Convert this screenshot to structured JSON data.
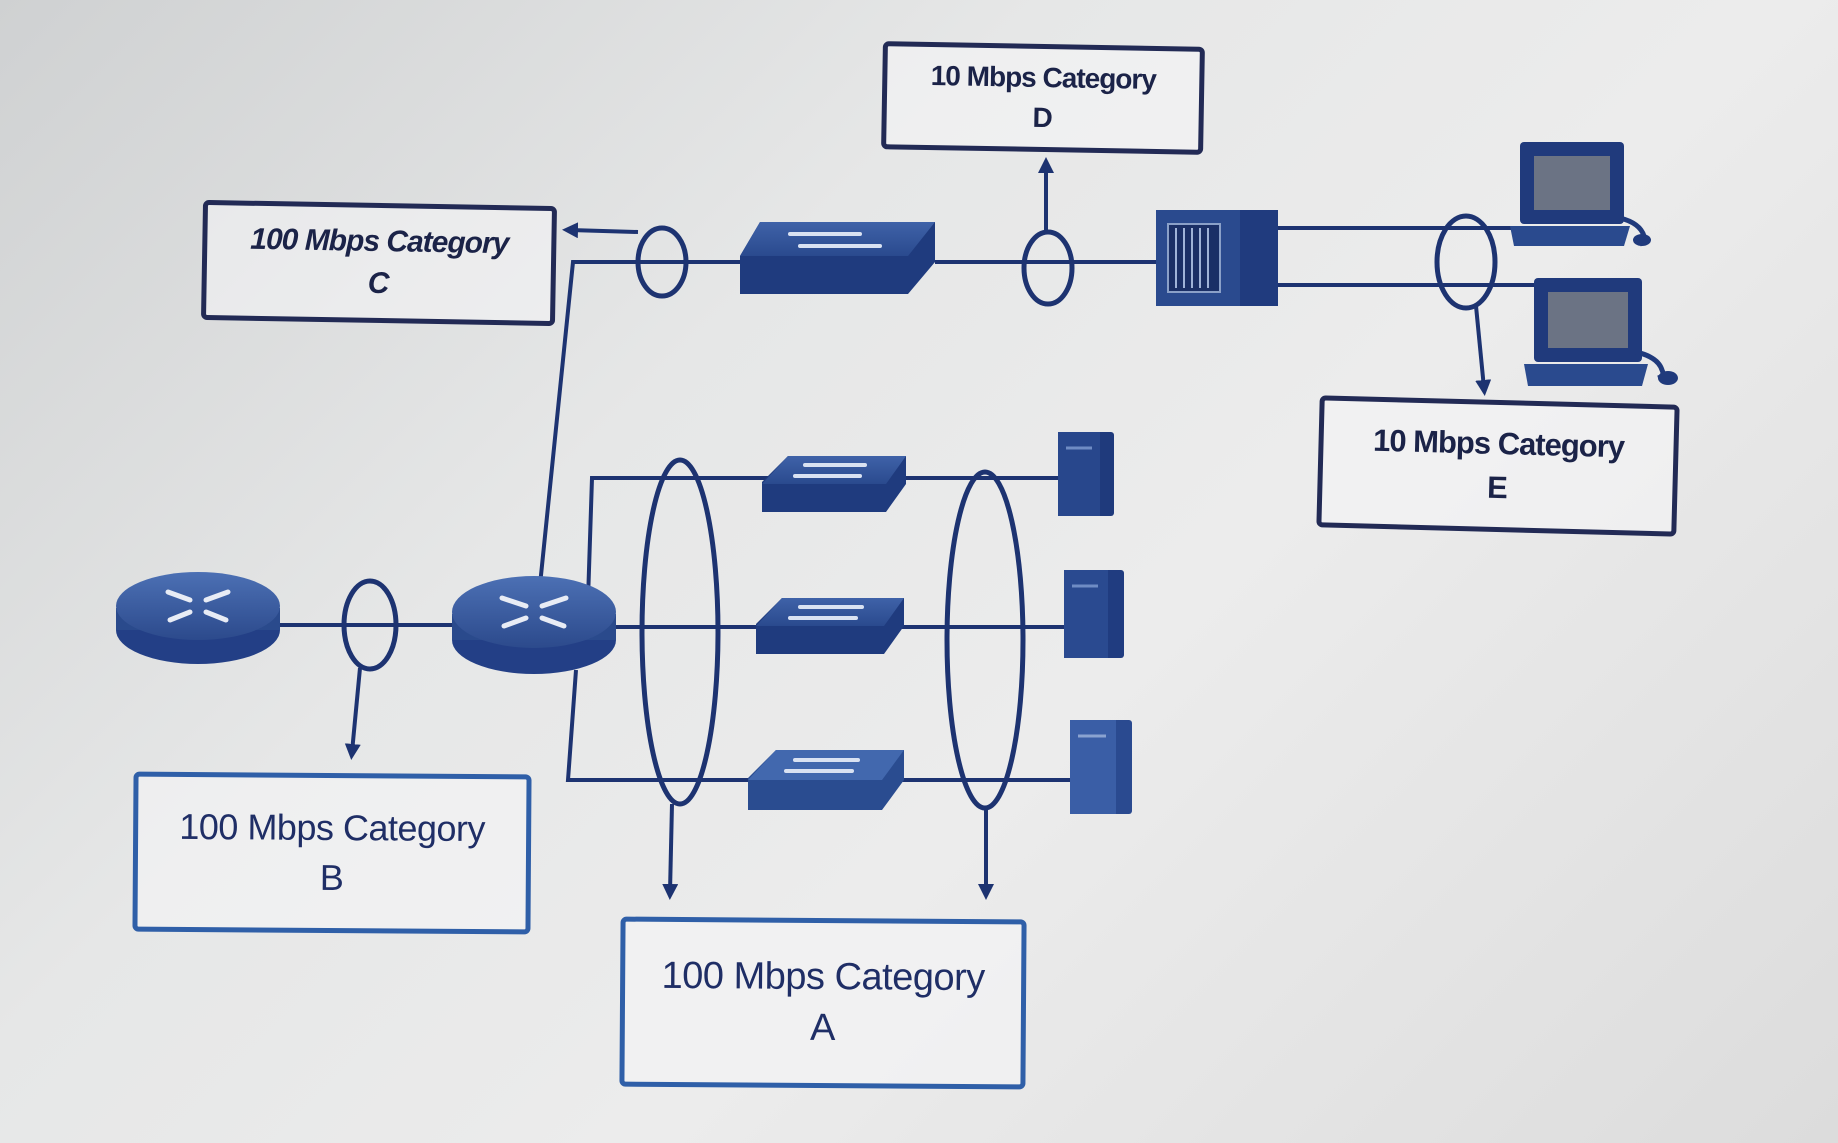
{
  "labels": {
    "a": {
      "category": "100 Mbps Category",
      "letter": "A"
    },
    "b": {
      "category": "100 Mbps Category",
      "letter": "B"
    },
    "c": {
      "category": "100 Mbps Category",
      "letter": "C"
    },
    "d": {
      "category": "10 Mbps Category",
      "letter": "D"
    },
    "e": {
      "category": "10 Mbps Category",
      "letter": "E"
    }
  },
  "colors": {
    "line": "#1d3371",
    "device": "#233f86",
    "device_light": "#3a5fa8",
    "box_dark": "#222a55",
    "box_blue": "#2f5fa8"
  },
  "devices": {
    "routers": [
      "router-left",
      "router-center"
    ],
    "switches": [
      "switch-top",
      "switch-1",
      "switch-2",
      "switch-3"
    ],
    "servers": [
      "server-1",
      "server-2",
      "server-3"
    ],
    "hub": "hub",
    "workstations": [
      "workstation-1",
      "workstation-2"
    ]
  }
}
